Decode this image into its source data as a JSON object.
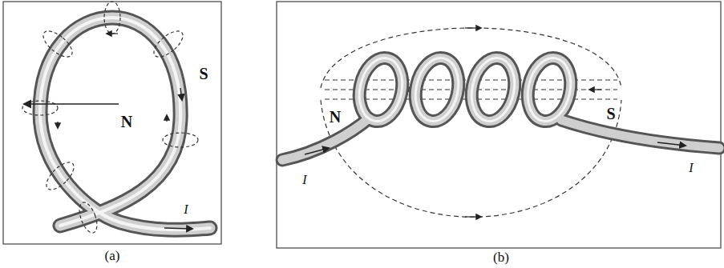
{
  "diagram": {
    "labels": [
      "N",
      "S",
      "I",
      "(a)",
      "N",
      "S",
      "I",
      "I",
      "(b)"
    ]
  }
}
